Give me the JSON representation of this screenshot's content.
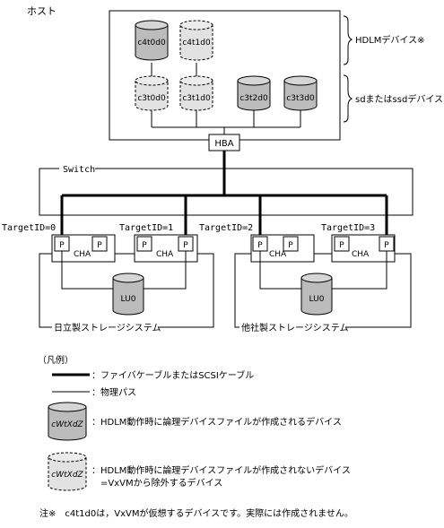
{
  "host": {
    "label": "ホスト",
    "hba_label": "HBA"
  },
  "disks": {
    "c4t0d0": "c4t0d0",
    "c4t1d0": "c4t1d0",
    "c3t0d0": "c3t0d0",
    "c3t1d0": "c3t1d0",
    "c3t2d0": "c3t2d0",
    "c3t3d0": "c3t3d0"
  },
  "brackets": {
    "hdlm_device": "HDLMデバイス※",
    "sd_device": "sdまたはssdデバイス"
  },
  "switch_label": "Switch",
  "targets": {
    "t0": "TargetID=0",
    "t1": "TargetID=1",
    "t2": "TargetID=2",
    "t3": "TargetID=3"
  },
  "port_label": "P",
  "cha_label": "CHA",
  "lu_label": "LU0",
  "storage": {
    "hitachi": "日立製ストレージシステム",
    "other": "他社製ストレージシステム"
  },
  "legend": {
    "title": "（凡例）",
    "fiber": "：ファイバケーブルまたはSCSIケーブル",
    "physical_path": "：物理パス",
    "icon_label": "cWtXdZ",
    "created_device": "：HDLM動作時に論理デバイスファイルが作成されるデバイス",
    "not_created_line1": "：HDLM動作時に論理デバイスファイルが作成されないデバイス",
    "not_created_line2": "=VxVMから除外するデバイス"
  },
  "note": "注※　c4t1d0は，VxVMが仮想するデバイスです。実際には作成されません。"
}
